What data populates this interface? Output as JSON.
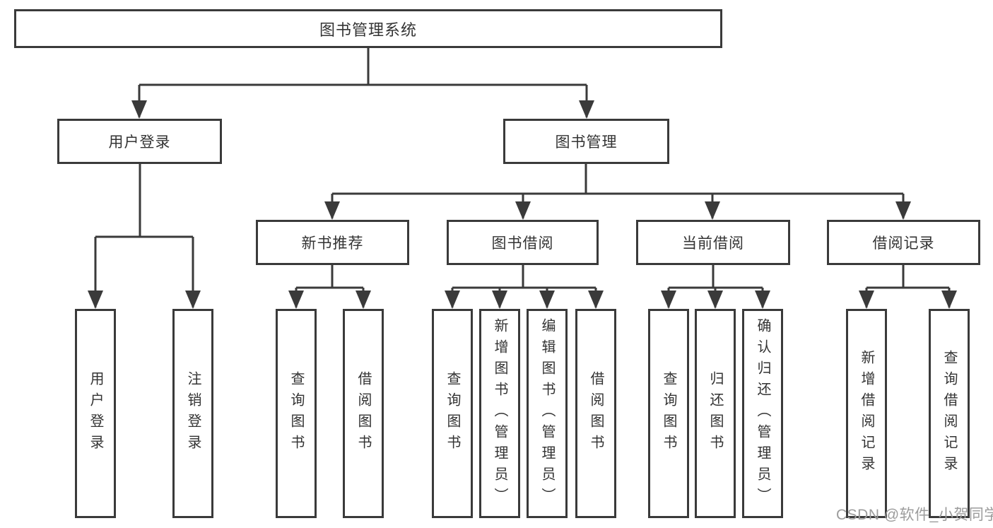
{
  "colors": {
    "line": "#3a3a3a",
    "text": "#333333",
    "watermark": "#9c9c9c",
    "bg": "#ffffff"
  },
  "watermark": {
    "text": "CSDN @软件_小贺同学"
  },
  "tree": {
    "root": {
      "label": "图书管理系统",
      "children": [
        {
          "label": "用户登录",
          "children": [
            {
              "label": "用户登录"
            },
            {
              "label": "注销登录"
            }
          ]
        },
        {
          "label": "图书管理",
          "children": [
            {
              "label": "新书推荐",
              "children": [
                {
                  "label": "查询图书"
                },
                {
                  "label": "借阅图书"
                }
              ]
            },
            {
              "label": "图书借阅",
              "children": [
                {
                  "label": "查询图书"
                },
                {
                  "label": "新增图书（管理员）"
                },
                {
                  "label": "编辑图书（管理员）"
                },
                {
                  "label": "借阅图书"
                }
              ]
            },
            {
              "label": "当前借阅",
              "children": [
                {
                  "label": "查询图书"
                },
                {
                  "label": "归还图书"
                },
                {
                  "label": "确认归还（管理员）"
                }
              ]
            },
            {
              "label": "借阅记录",
              "children": [
                {
                  "label": "新增借阅记录"
                },
                {
                  "label": "查询借阅记录"
                }
              ]
            }
          ]
        }
      ]
    }
  }
}
